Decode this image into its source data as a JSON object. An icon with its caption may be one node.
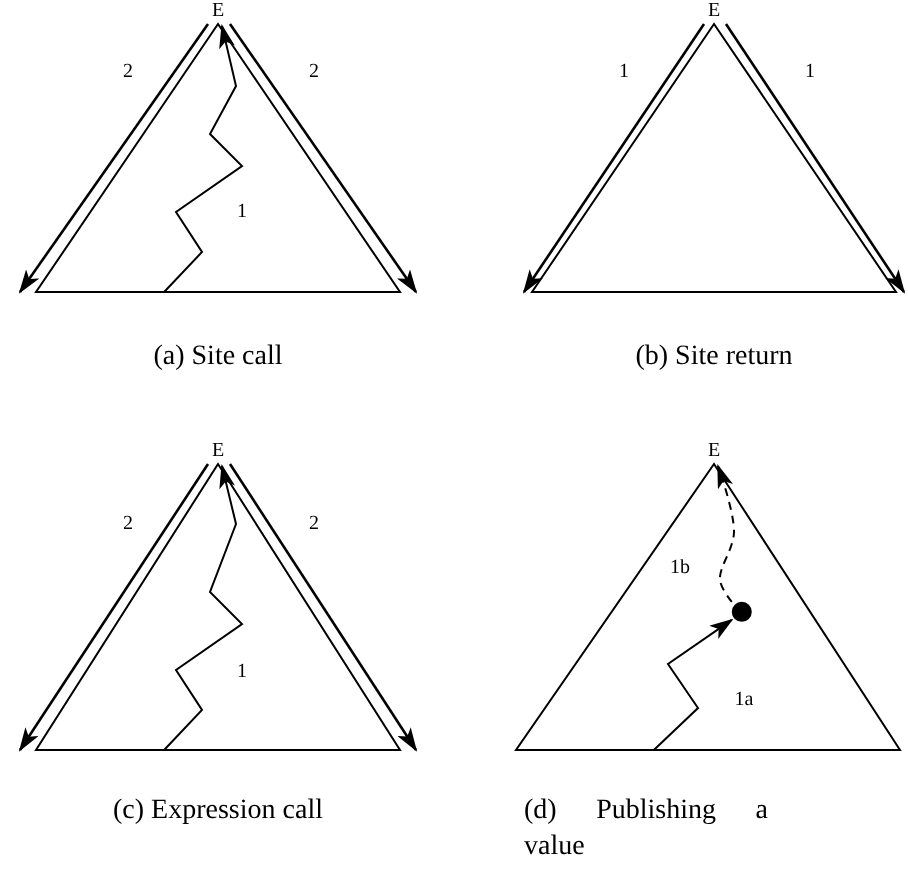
{
  "diagram": {
    "nodes": [
      {
        "text": [],
        "shape": "triangle"
      },
      {
        "text": [
          "E"
        ]
      },
      {
        "text": [],
        "shape": "triangle"
      },
      {
        "text": [
          "E"
        ]
      },
      {
        "text": [],
        "shape": "triangle"
      },
      {
        "text": [
          "E"
        ]
      },
      {
        "text": [],
        "shape": "triangle"
      },
      {
        "text": [
          "E"
        ]
      },
      {
        "text": [],
        "shape": "circle",
        "in": 6
      }
    ],
    "edges": [
      {
        "from": 0,
        "to": 1,
        "arrow": "to",
        "label": "1"
      },
      {
        "from": 1,
        "to": 0,
        "arrow": "to",
        "label": "2"
      },
      {
        "from": 1,
        "to": 0,
        "arrow": "to",
        "label": "2"
      },
      {
        "from": 3,
        "to": 2,
        "arrow": "to",
        "label": "1"
      },
      {
        "from": 3,
        "to": 2,
        "arrow": "to",
        "label": "1"
      },
      {
        "from": 4,
        "to": 5,
        "arrow": "to",
        "label": "1"
      },
      {
        "from": 5,
        "to": 4,
        "arrow": "to",
        "label": "2"
      },
      {
        "from": 5,
        "to": 4,
        "arrow": "to",
        "label": "2"
      },
      {
        "from": 6,
        "to": 8,
        "arrow": "to",
        "label": "1a"
      },
      {
        "from": 8,
        "to": 7,
        "arrow": "to",
        "label": "1b",
        "style": "dashed"
      }
    ],
    "labels": [
      "(a) Site call",
      "(b) Site return",
      "(c) Expression call",
      "(d) Publishing a value"
    ]
  }
}
